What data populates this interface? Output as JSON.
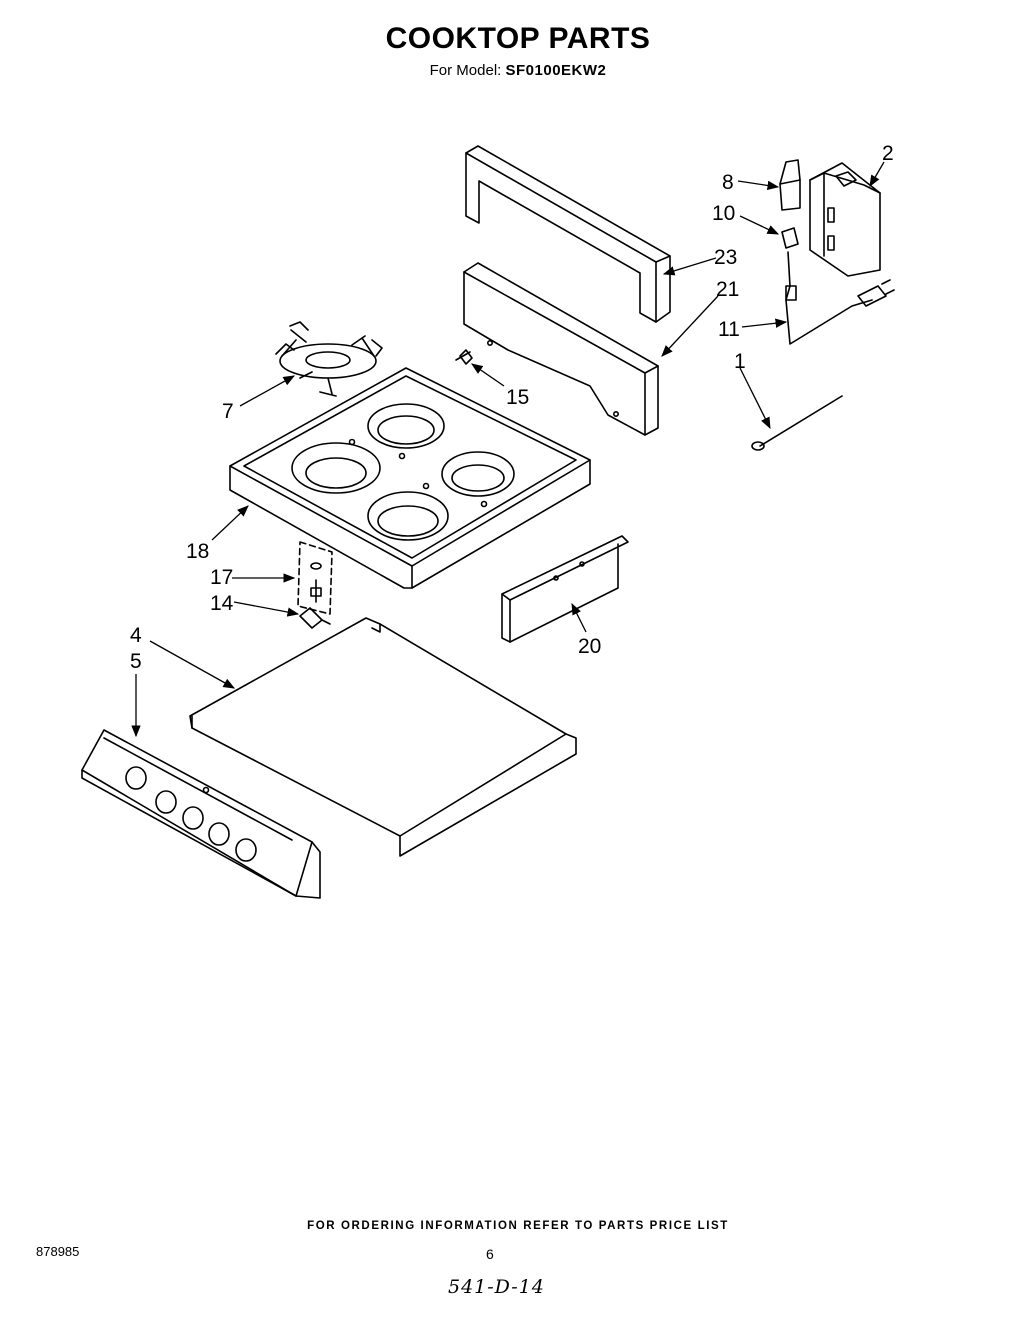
{
  "header": {
    "title": "COOKTOP PARTS",
    "model_prefix": "For Model:",
    "model": "SF0100EKW2"
  },
  "callouts": [
    {
      "id": "1",
      "label": "1"
    },
    {
      "id": "2",
      "label": "2"
    },
    {
      "id": "4",
      "label": "4"
    },
    {
      "id": "5",
      "label": "5"
    },
    {
      "id": "7",
      "label": "7"
    },
    {
      "id": "8",
      "label": "8"
    },
    {
      "id": "10",
      "label": "10"
    },
    {
      "id": "11",
      "label": "11"
    },
    {
      "id": "14",
      "label": "14"
    },
    {
      "id": "15",
      "label": "15"
    },
    {
      "id": "17",
      "label": "17"
    },
    {
      "id": "18",
      "label": "18"
    },
    {
      "id": "20",
      "label": "20"
    },
    {
      "id": "21",
      "label": "21"
    },
    {
      "id": "23",
      "label": "23"
    }
  ],
  "footer": {
    "ordering_note": "FOR ORDERING INFORMATION REFER TO PARTS PRICE LIST",
    "doc_number": "878985",
    "page_number": "6",
    "handwritten_code": "541-D-14"
  }
}
